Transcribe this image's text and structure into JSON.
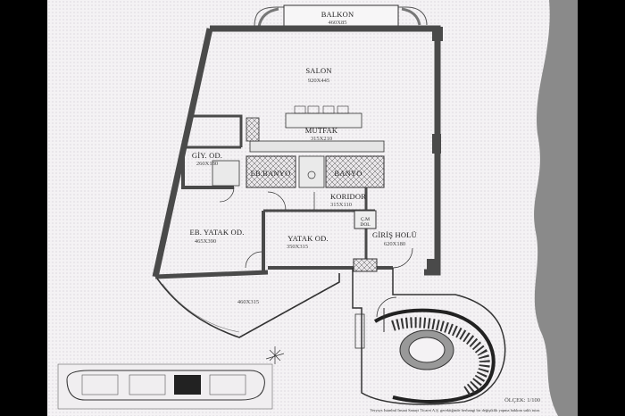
{
  "rooms": {
    "balkon": {
      "name": "BALKON",
      "dim": "460X85"
    },
    "salon": {
      "name": "SALON",
      "dim": "920X445"
    },
    "mutfak": {
      "name": "MUTFAK",
      "dim": "315X210"
    },
    "giy_od": {
      "name": "GİY. OD.",
      "dim": "260X180"
    },
    "eb_banyo": {
      "name": "EB.BANYO"
    },
    "banyo": {
      "name": "BANYO"
    },
    "koridor": {
      "name": "KORIDOR",
      "dim": "315X110"
    },
    "cm_dol": {
      "name": "Ç.M\nDOL"
    },
    "eb_yatak": {
      "name": "EB. YATAK OD.",
      "dim": "465X390"
    },
    "yatak": {
      "name": "YATAK OD.",
      "dim": "350X315"
    },
    "giris": {
      "name": "GİRİŞ HOLÜ",
      "dim": "620X180"
    },
    "teras": {
      "dim": "460X315"
    }
  },
  "scale": "ÖLÇEK: 1/100",
  "footnote": "Verysys Istanbul Insaat Sanayi Ticaret A.Ş. gerektiğinde herhangi bir değişiklik yapma hakkını saklı tutar.",
  "colors": {
    "wall": "#4a4a4a",
    "page": "#f4f2f4",
    "border": "#000000"
  }
}
